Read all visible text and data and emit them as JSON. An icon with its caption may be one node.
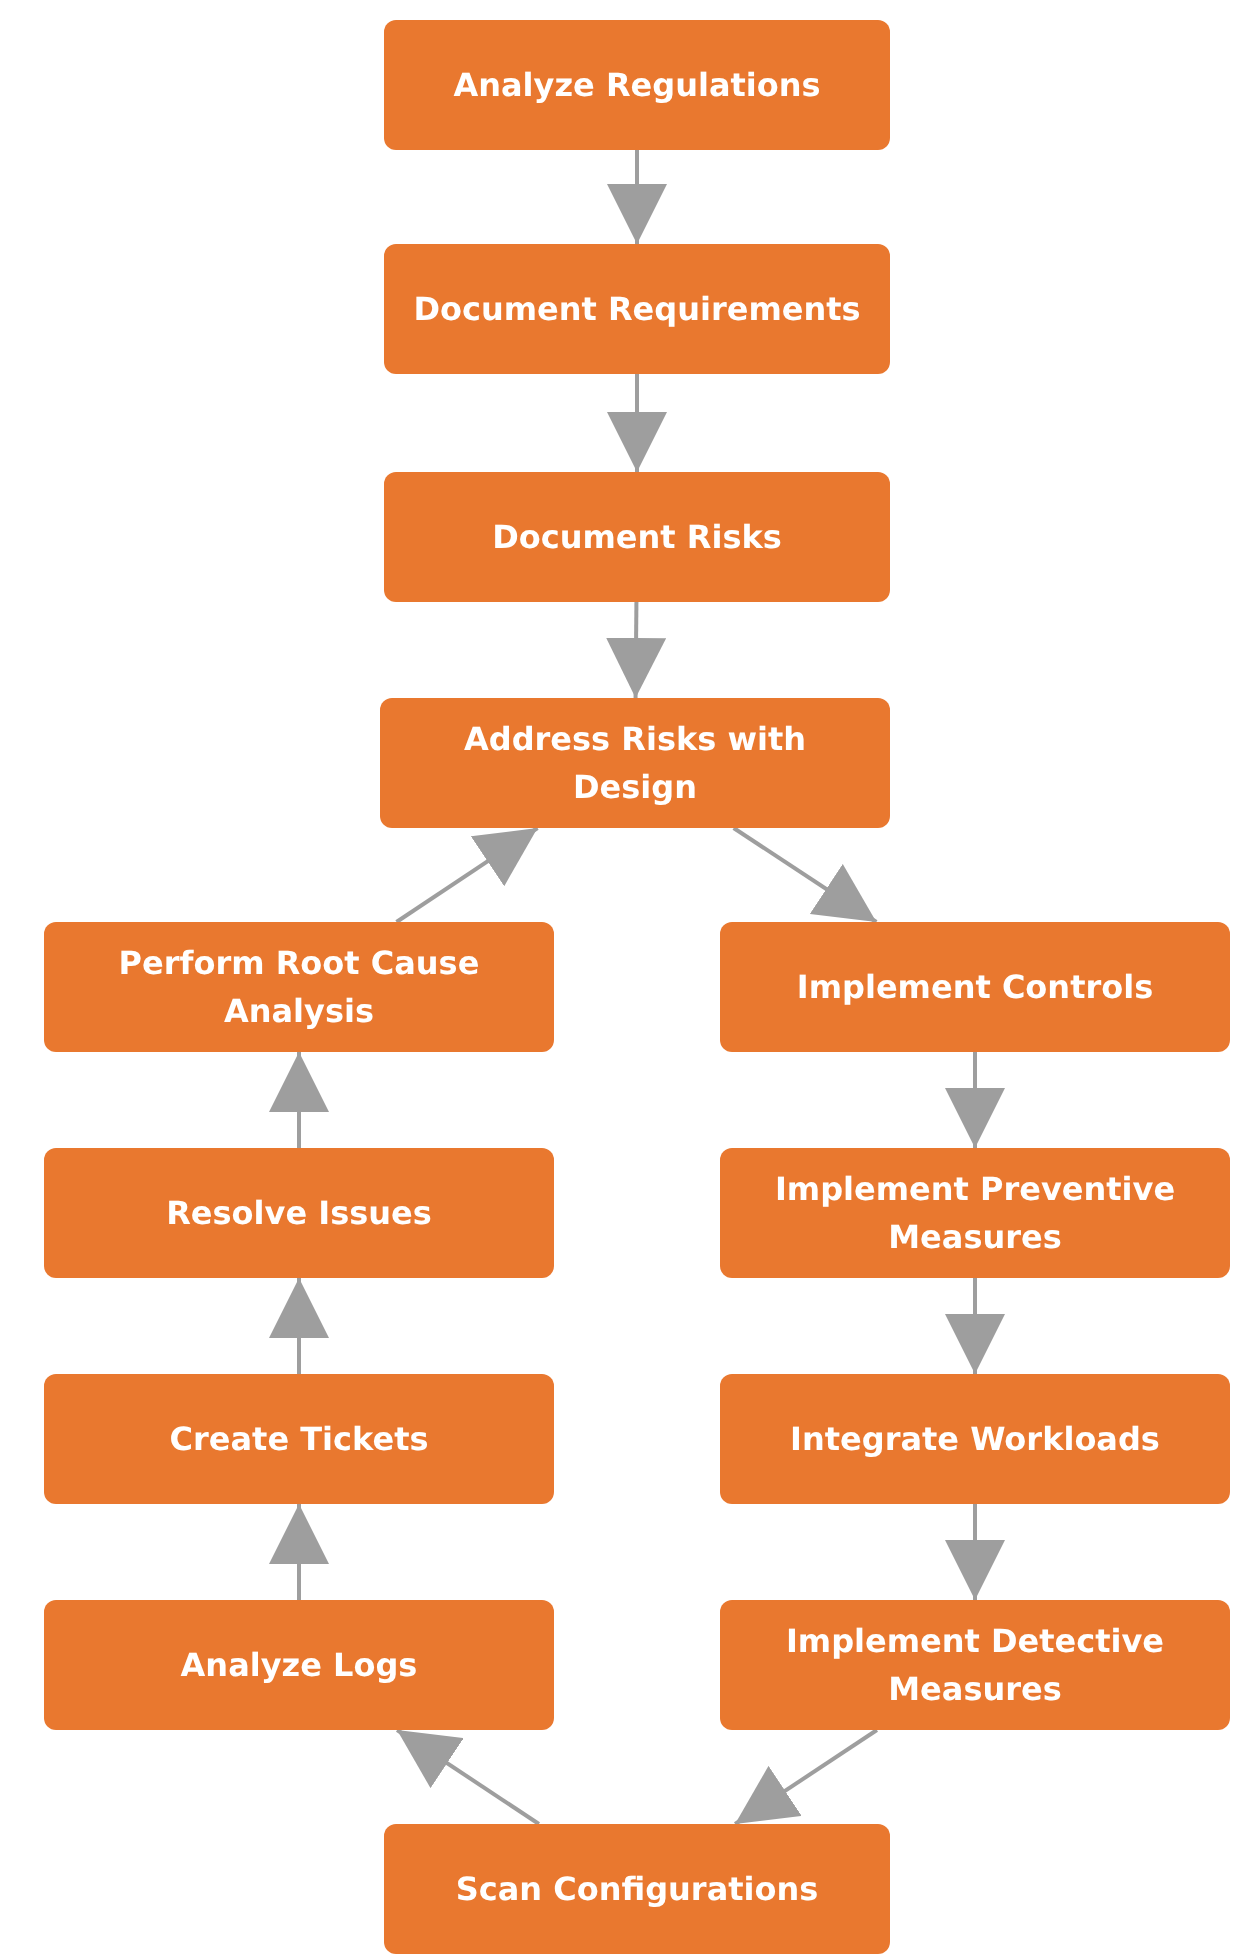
{
  "diagram": {
    "nodes": [
      {
        "text": [
          "Analyze Regulations"
        ]
      },
      {
        "text": [
          "Document Requirements"
        ]
      },
      {
        "text": [
          "Document Risks"
        ]
      },
      {
        "text": [
          "Address Risks with Design"
        ]
      },
      {
        "text": [
          "Perform Root Cause Analysis"
        ]
      },
      {
        "text": [
          "Resolve Issues"
        ]
      },
      {
        "text": [
          "Create Tickets"
        ]
      },
      {
        "text": [
          "Analyze Logs"
        ]
      },
      {
        "text": [
          "Implement Controls"
        ]
      },
      {
        "text": [
          "Implement Preventive Measures"
        ]
      },
      {
        "text": [
          "Integrate Workloads"
        ]
      },
      {
        "text": [
          "Implement Detective Measures"
        ]
      },
      {
        "text": [
          "Scan Configurations"
        ]
      }
    ],
    "edges": [
      {
        "from": 0,
        "to": 1,
        "arrow": "to"
      },
      {
        "from": 1,
        "to": 2,
        "arrow": "to"
      },
      {
        "from": 2,
        "to": 3,
        "arrow": "to"
      },
      {
        "from": 3,
        "to": 8,
        "arrow": "to"
      },
      {
        "from": 8,
        "to": 9,
        "arrow": "to"
      },
      {
        "from": 9,
        "to": 10,
        "arrow": "to"
      },
      {
        "from": 10,
        "to": 11,
        "arrow": "to"
      },
      {
        "from": 11,
        "to": 12,
        "arrow": "to"
      },
      {
        "from": 12,
        "to": 7,
        "arrow": "to"
      },
      {
        "from": 7,
        "to": 6,
        "arrow": "to"
      },
      {
        "from": 6,
        "to": 5,
        "arrow": "to"
      },
      {
        "from": 5,
        "to": 4,
        "arrow": "to"
      },
      {
        "from": 4,
        "to": 3,
        "arrow": "to"
      }
    ]
  }
}
